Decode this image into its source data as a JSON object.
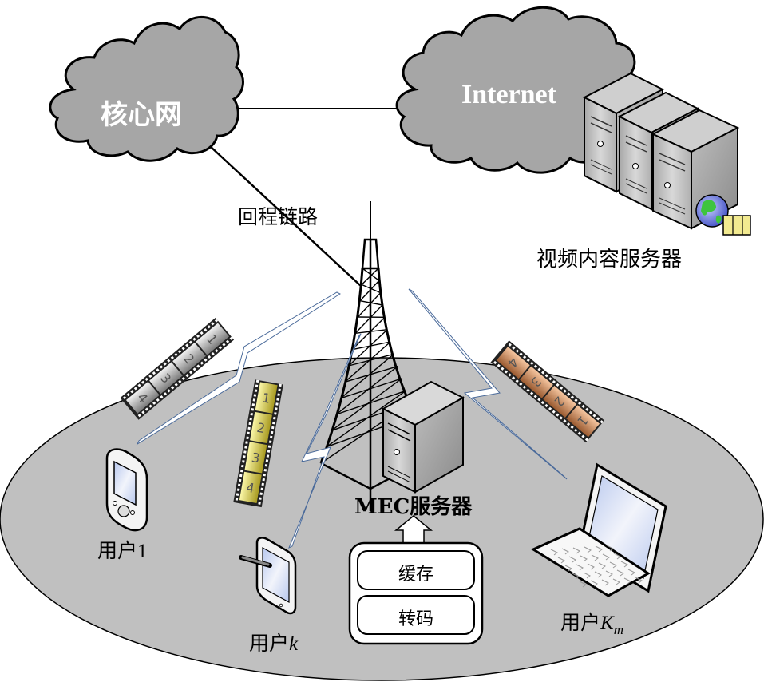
{
  "diagram": {
    "title": "",
    "nodes": {
      "core_network": {
        "label": "核心网",
        "shape": "cloud"
      },
      "internet": {
        "label": "Internet",
        "shape": "cloud"
      },
      "video_server": {
        "label": "视频内容服务器",
        "icon": "server-rack-icon"
      },
      "backhaul": {
        "label": "回程链路"
      },
      "base_station": {
        "icon": "cell-tower-icon"
      },
      "mec_server": {
        "label": "MEC服务器",
        "icon": "server-icon"
      },
      "mec_functions": [
        {
          "label": "缓存"
        },
        {
          "label": "转码"
        }
      ],
      "users": [
        {
          "label_prefix": "用户",
          "label_index": "1",
          "index_italic": false,
          "device": "pda-icon"
        },
        {
          "label_prefix": "用户",
          "label_index": "k",
          "index_italic": true,
          "device": "tablet-icon"
        },
        {
          "label_prefix": "用户",
          "label_index": "K",
          "label_subscript": "m",
          "index_italic": true,
          "device": "laptop-icon"
        }
      ]
    },
    "film_strips": [
      {
        "color": "gray",
        "frames": [
          "4",
          "3",
          "2",
          "1"
        ]
      },
      {
        "color": "yellow",
        "frames": [
          "4",
          "3",
          "2",
          "1"
        ]
      },
      {
        "color": "copper",
        "frames": [
          "4",
          "3",
          "2",
          "1"
        ]
      }
    ],
    "edges": [
      {
        "from": "core_network",
        "to": "internet",
        "type": "wired"
      },
      {
        "from": "core_network",
        "to": "base_station",
        "type": "wired",
        "label": "回程链路"
      },
      {
        "from": "base_station",
        "to": "user_1",
        "type": "wireless"
      },
      {
        "from": "base_station",
        "to": "user_k",
        "type": "wireless"
      },
      {
        "from": "base_station",
        "to": "user_Km",
        "type": "wireless"
      },
      {
        "from": "mec_functions",
        "to": "mec_server",
        "type": "arrow"
      }
    ],
    "colors": {
      "cloud_fill": "#a6a6a6",
      "cell_area_fill": "#c0c0c0",
      "outline": "#000000",
      "wireless_bolt_edge": "#4a6a9a",
      "server_light": "#d9d9d9",
      "server_dark": "#8c8c8c"
    }
  }
}
